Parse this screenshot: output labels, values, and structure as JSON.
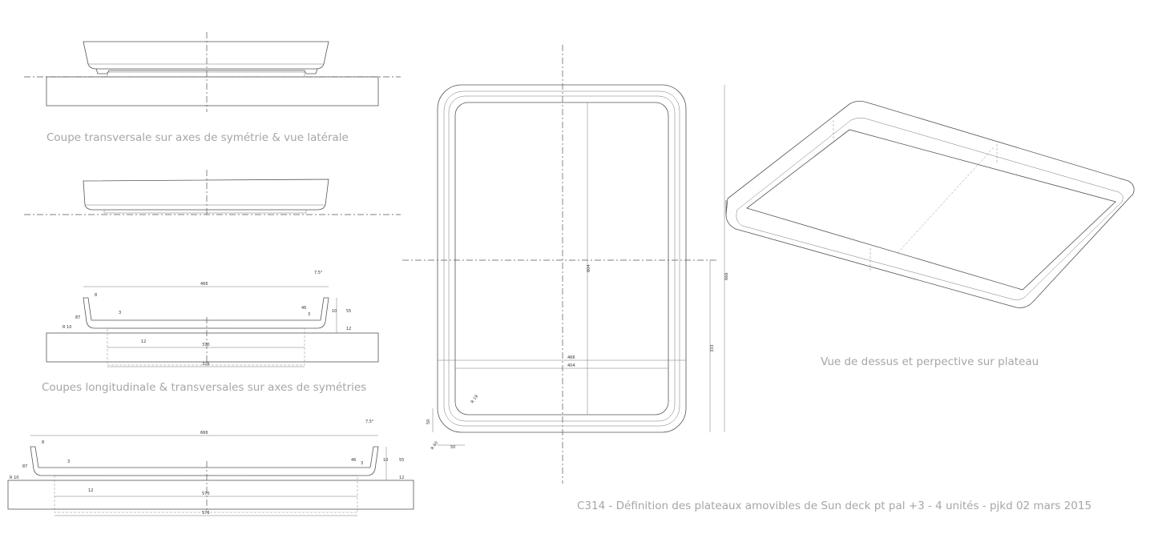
{
  "captions": {
    "transversale": "Coupe transversale sur axes de symétrie & vue latérale",
    "longitudinale": "Coupes longitudinale & transversales sur axes de symétries",
    "perspective": "Vue de dessus et perpective sur plateau",
    "title": "C314 - Définition des plateaux amovibles de Sun deck pt pal +3  -  4 unités -  pjkd 02 mars 2015"
  },
  "dimensions": {
    "section1": {
      "outer": "466",
      "inner": "370",
      "base": "376",
      "h_a": "46",
      "h_b": "10",
      "h_c": "55",
      "h_d": "12",
      "w_a": "3",
      "w_b": "8",
      "w_c": "3",
      "r_a": "R 10",
      "h_e": "87",
      "t": "12",
      "angle": "7,5°"
    },
    "section2": {
      "outer": "666",
      "inner": "570",
      "base": "576",
      "h_a": "46",
      "h_b": "10",
      "h_c": "55",
      "h_d": "12",
      "w_a": "3",
      "w_b": "8",
      "w_c": "3",
      "r_a": "R 10",
      "h_e": "87",
      "t": "12",
      "angle": "7,5°"
    },
    "top_view": {
      "length_inner": "604",
      "length_outer": "666",
      "width_outer": "466",
      "width_inner": "404",
      "half_length": "333",
      "radius": "R 19",
      "corner_r": "R 60",
      "edge_a": "50",
      "edge_b": "50"
    }
  },
  "colors": {
    "caption": "#a6a6a6",
    "line": "#555555",
    "hatch": "#666666"
  }
}
